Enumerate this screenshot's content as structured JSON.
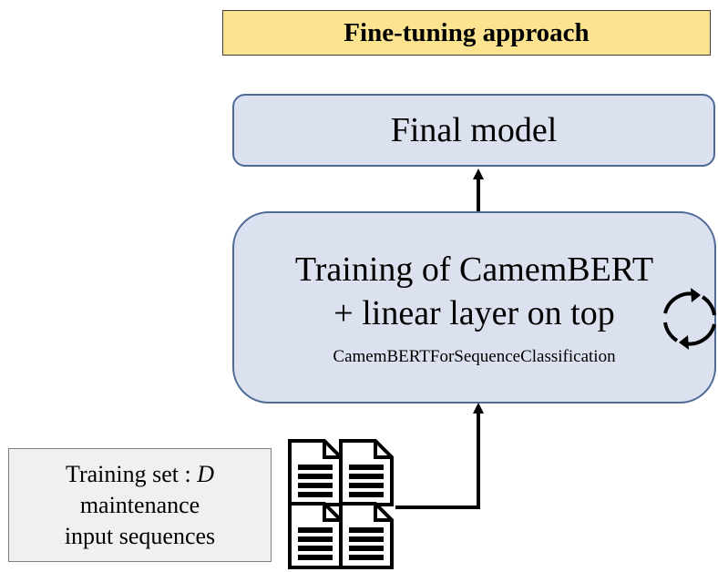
{
  "title": "Fine-tuning approach",
  "final_model": "Final model",
  "training": {
    "line1": "Training of CamemBERT",
    "line2": "+ linear layer on top",
    "line3": "CamemBERTForSequenceClassification"
  },
  "dataset": {
    "line1_prefix": "Training set : ",
    "line1_var": "D",
    "line2": "maintenance",
    "line3": "input sequences"
  },
  "icons": [
    "document-icon",
    "refresh-cycle-icon"
  ]
}
